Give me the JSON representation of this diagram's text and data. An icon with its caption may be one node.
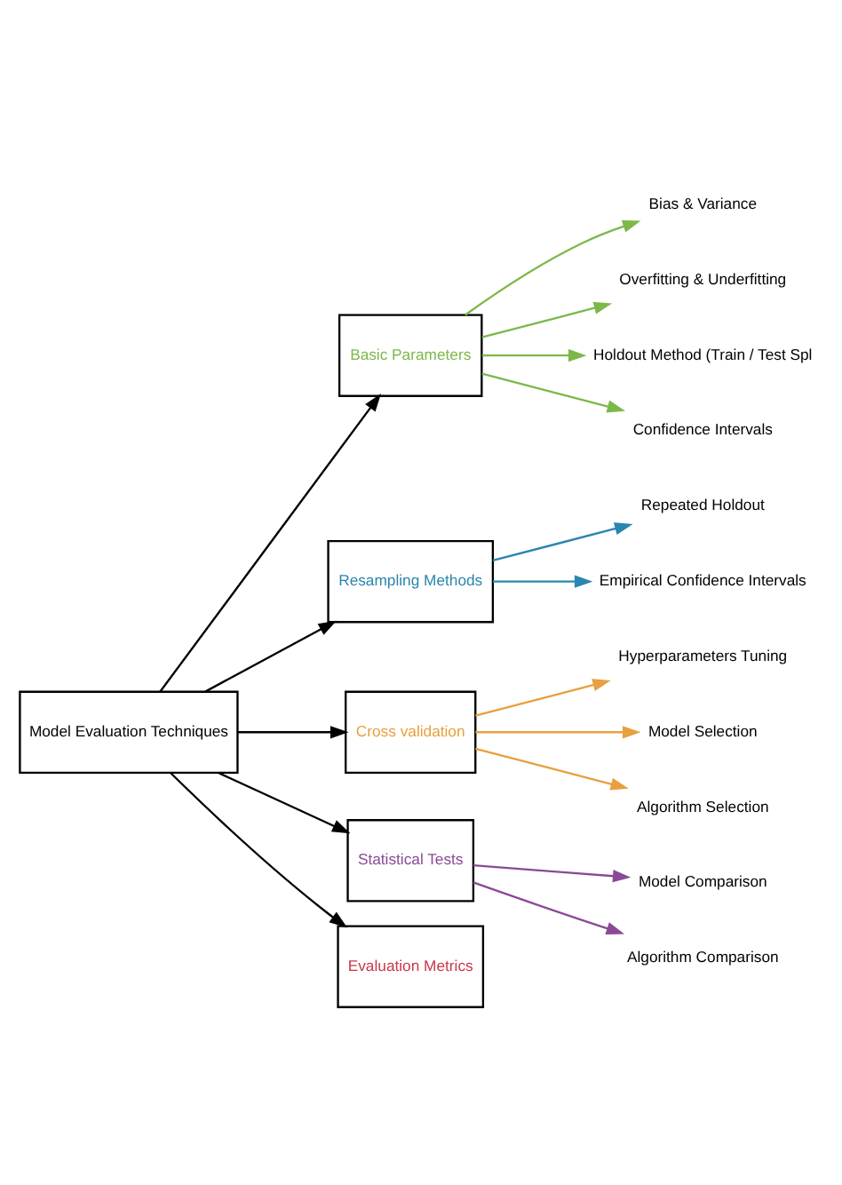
{
  "diagram": {
    "nodes": [
      {
        "text": [
          "Model Evaluation Techniques"
        ]
      },
      {
        "text": [
          "Basic Parameters"
        ]
      },
      {
        "text": [
          "Bias & Variance"
        ]
      },
      {
        "text": [
          "Overfitting & Underfitting"
        ]
      },
      {
        "text": [
          "Holdout Method (Train / Test Spl"
        ]
      },
      {
        "text": [
          "Confidence Intervals"
        ]
      },
      {
        "text": [
          "Resampling Methods"
        ]
      },
      {
        "text": [
          "Repeated Holdout"
        ]
      },
      {
        "text": [
          "Empirical Confidence Intervals"
        ]
      },
      {
        "text": [
          "Cross validation"
        ]
      },
      {
        "text": [
          "Hyperparameters Tuning"
        ]
      },
      {
        "text": [
          "Model Selection"
        ]
      },
      {
        "text": [
          "Algorithm Selection"
        ]
      },
      {
        "text": [
          "Statistical Tests"
        ]
      },
      {
        "text": [
          "Model Comparison"
        ]
      },
      {
        "text": [
          "Algorithm Comparison"
        ]
      },
      {
        "text": [
          "Evaluation Metrics"
        ]
      }
    ],
    "edges": [
      {
        "from": 0,
        "to": 1,
        "arrow": "to",
        "color": "#000000"
      },
      {
        "from": 0,
        "to": 6,
        "arrow": "to",
        "color": "#000000"
      },
      {
        "from": 0,
        "to": 9,
        "arrow": "to",
        "color": "#000000"
      },
      {
        "from": 0,
        "to": 13,
        "arrow": "to",
        "color": "#000000"
      },
      {
        "from": 0,
        "to": 16,
        "arrow": "to",
        "color": "#000000"
      },
      {
        "from": 1,
        "to": 2,
        "arrow": "to",
        "color": "#7cb84a"
      },
      {
        "from": 1,
        "to": 3,
        "arrow": "to",
        "color": "#7cb84a"
      },
      {
        "from": 1,
        "to": 4,
        "arrow": "to",
        "color": "#7cb84a"
      },
      {
        "from": 1,
        "to": 5,
        "arrow": "to",
        "color": "#7cb84a"
      },
      {
        "from": 6,
        "to": 7,
        "arrow": "to",
        "color": "#2a86b0"
      },
      {
        "from": 6,
        "to": 8,
        "arrow": "to",
        "color": "#2a86b0"
      },
      {
        "from": 9,
        "to": 10,
        "arrow": "to",
        "color": "#e8a040"
      },
      {
        "from": 9,
        "to": 11,
        "arrow": "to",
        "color": "#e8a040"
      },
      {
        "from": 9,
        "to": 12,
        "arrow": "to",
        "color": "#e8a040"
      },
      {
        "from": 13,
        "to": 14,
        "arrow": "to",
        "color": "#8a4a96"
      },
      {
        "from": 13,
        "to": 15,
        "arrow": "to",
        "color": "#8a4a96"
      }
    ]
  }
}
